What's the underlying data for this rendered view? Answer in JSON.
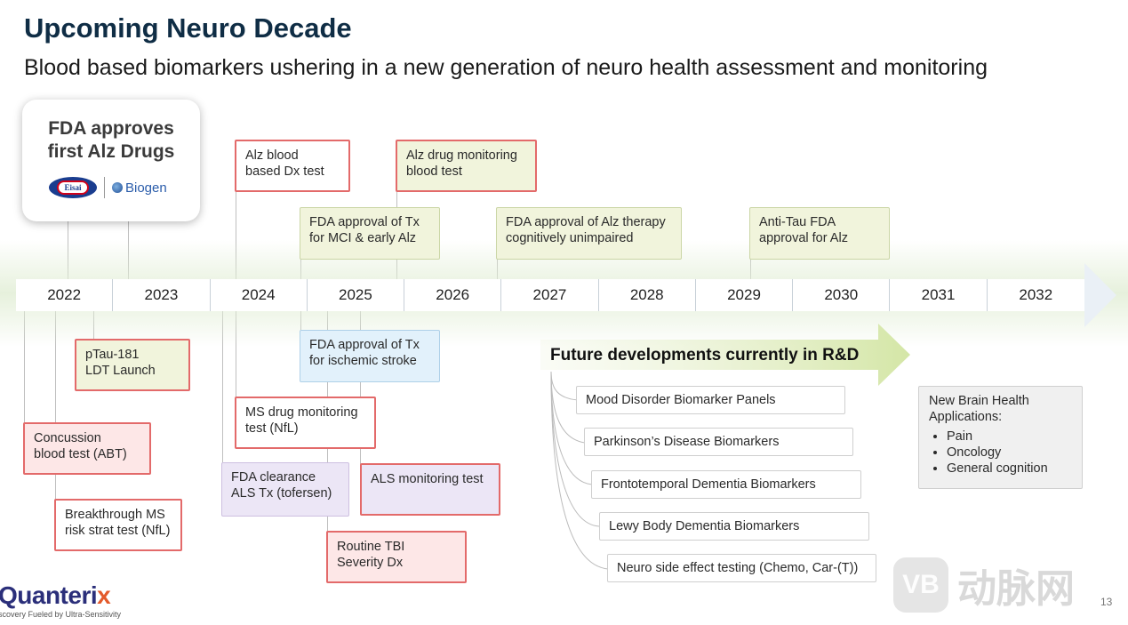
{
  "header": {
    "title": "Upcoming Neuro Decade",
    "subtitle": "Blood based biomarkers ushering in a new generation of neuro health assessment and monitoring"
  },
  "fda_card": {
    "heading_line1": "FDA approves",
    "heading_line2": "first Alz Drugs",
    "logo_left": "Eisai",
    "logo_right": "Biogen"
  },
  "timeline": {
    "years": [
      "2022",
      "2023",
      "2024",
      "2025",
      "2026",
      "2027",
      "2028",
      "2029",
      "2030",
      "2031",
      "2032"
    ]
  },
  "above": [
    {
      "line1": "Alz blood",
      "line2": "based Dx test"
    },
    {
      "line1": "Alz drug monitoring",
      "line2": "blood test"
    },
    {
      "line1": "FDA approval of Tx",
      "line2": "for MCI & early Alz"
    },
    {
      "line1": "FDA approval of Alz therapy",
      "line2": "cognitively unimpaired"
    },
    {
      "line1": "Anti-Tau FDA",
      "line2": "approval for Alz"
    }
  ],
  "below": [
    {
      "line1": "pTau-181",
      "line2": "LDT Launch"
    },
    {
      "line1": "FDA approval of Tx",
      "line2": "for ischemic stroke"
    },
    {
      "line1": "MS drug monitoring",
      "line2": "test (NfL)"
    },
    {
      "line1": "Concussion",
      "line2": "blood test (ABT)"
    },
    {
      "line1": "FDA clearance",
      "line2": "ALS Tx (tofersen)"
    },
    {
      "line1": "ALS monitoring test",
      "line2": ""
    },
    {
      "line1": "Breakthrough MS",
      "line2": "risk strat test (NfL)"
    },
    {
      "line1": "Routine TBI",
      "line2": "Severity Dx"
    }
  ],
  "rd": {
    "title": "Future developments currently in R&D",
    "items": [
      "Mood Disorder Biomarker Panels",
      "Parkinson’s Disease Biomarkers",
      "Frontotemporal Dementia Biomarkers",
      "Lewy Body Dementia Biomarkers",
      "Neuro side effect testing (Chemo, Car-(T))"
    ]
  },
  "new_apps": {
    "line1": "New Brain Health",
    "line2": "Applications:",
    "bullets": [
      "Pain",
      "Oncology",
      "General cognition"
    ]
  },
  "footer": {
    "brand": "Quanteri",
    "brand_x": "x",
    "tagline": "scovery Fueled by Ultra-Sensitivity",
    "page": "13",
    "watermark": "动脉网",
    "watermark_badge": "VB"
  }
}
